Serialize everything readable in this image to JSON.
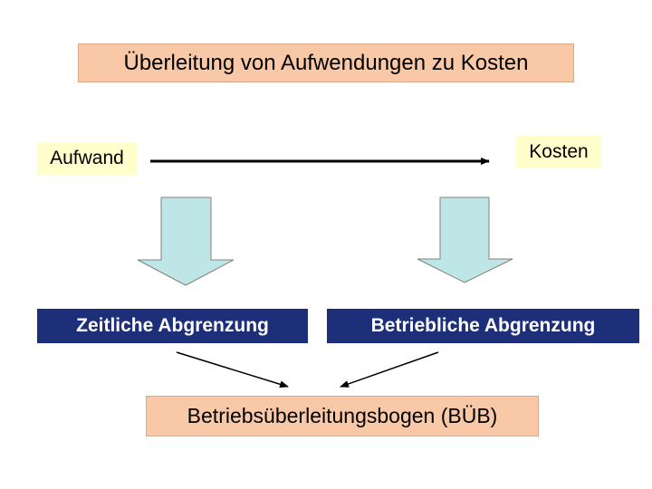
{
  "title": "Überleitung von Aufwendungen zu  Kosten",
  "nodes": {
    "aufwand": "Aufwand",
    "kosten": "Kosten",
    "zeitliche_abgrenzung": "Zeitliche Abgrenzung",
    "betriebliche_abgrenzung": "Betriebliche Abgrenzung",
    "bueb": "Betriebsüberleitungsbogen (BÜB)"
  },
  "colors": {
    "peach_box": "#f9c8a7",
    "yellow_box": "#ffffcc",
    "navy_box": "#1e2f7a",
    "block_arrow_fill": "#bfe6e6",
    "line": "#000000"
  }
}
